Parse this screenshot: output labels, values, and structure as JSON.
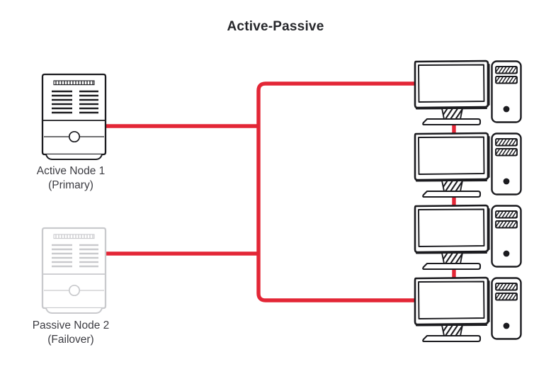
{
  "title": "Active-Passive",
  "colors": {
    "link": "#e32636",
    "ink": "#1b1b1f",
    "ink_faded": "#c9cacd",
    "text": "#3c3c42",
    "title_text": "#26272b",
    "background": "#ffffff"
  },
  "nodes": {
    "active": {
      "name": "Active Node 1",
      "role": "(Primary)",
      "state": "active",
      "icon": "server-tower-icon"
    },
    "passive": {
      "name": "Passive Node 2",
      "role": "(Failover)",
      "state": "passive-faded",
      "icon": "server-tower-icon"
    }
  },
  "clients": {
    "count": 4,
    "icon_monitor": "desktop-monitor-icon",
    "icon_tower": "computer-tower-icon",
    "items": [
      {
        "index": 1,
        "connected_to_bus": true
      },
      {
        "index": 2,
        "connected_to_bus": false
      },
      {
        "index": 3,
        "connected_to_bus": false
      },
      {
        "index": 4,
        "connected_to_bus": true
      }
    ]
  },
  "links": {
    "bus_label": "shared-network-bus",
    "active_branch": "active-node-link",
    "passive_branch": "passive-node-link",
    "client_chain": "client-chain-link"
  }
}
